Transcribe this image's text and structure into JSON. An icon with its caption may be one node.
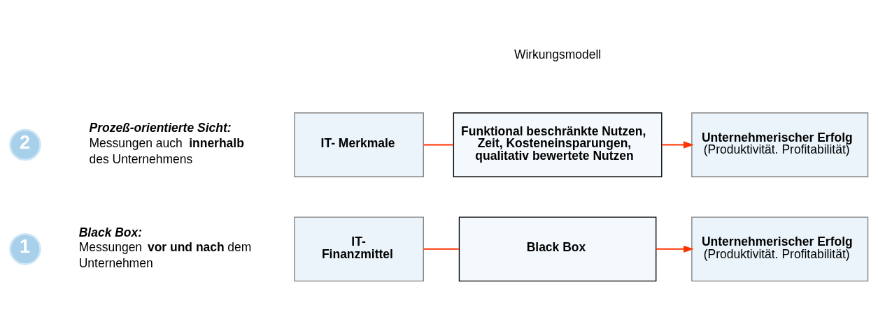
{
  "diagram": {
    "nodes": [
      {
        "text": [
          "1"
        ],
        "beside": [
          "Black Box:",
          "Messungen **vor und nach** dem Unternehmen"
        ]
      },
      {
        "text": [
          "IT- Finanzmittel"
        ]
      },
      {
        "text": [
          "Black Box"
        ]
      },
      {
        "text": [
          "Unternehmerischer Erfolg",
          "(Produktivität. Profitabilität)"
        ]
      },
      {
        "text": [
          "2"
        ],
        "beside": [
          "Prozeß-orientierte Sicht:",
          "Messungen auch **innerhalb** des Unternehmens"
        ]
      },
      {
        "text": [
          "IT- Merkmale"
        ]
      },
      {
        "text": [
          "Funktional beschränkte Nutzen, Zeit, Kosteneinsparungen, qualitativ bewertete Nutzen"
        ]
      },
      {
        "text": [
          "Unternehmerischer Erfolg",
          "(Produktivität. Profitabilität)"
        ]
      }
    ],
    "edges": [
      {
        "from": 1,
        "to": 2,
        "arrow": "none",
        "color": "#ff3300"
      },
      {
        "from": 2,
        "to": 3,
        "arrow": "to",
        "color": "#ff3300"
      },
      {
        "from": 5,
        "to": 6,
        "arrow": "none",
        "color": "#ff3300"
      },
      {
        "from": 6,
        "to": 7,
        "arrow": "to",
        "color": "#ff3300"
      }
    ],
    "labels": [
      "Wirkungsmodell"
    ]
  }
}
